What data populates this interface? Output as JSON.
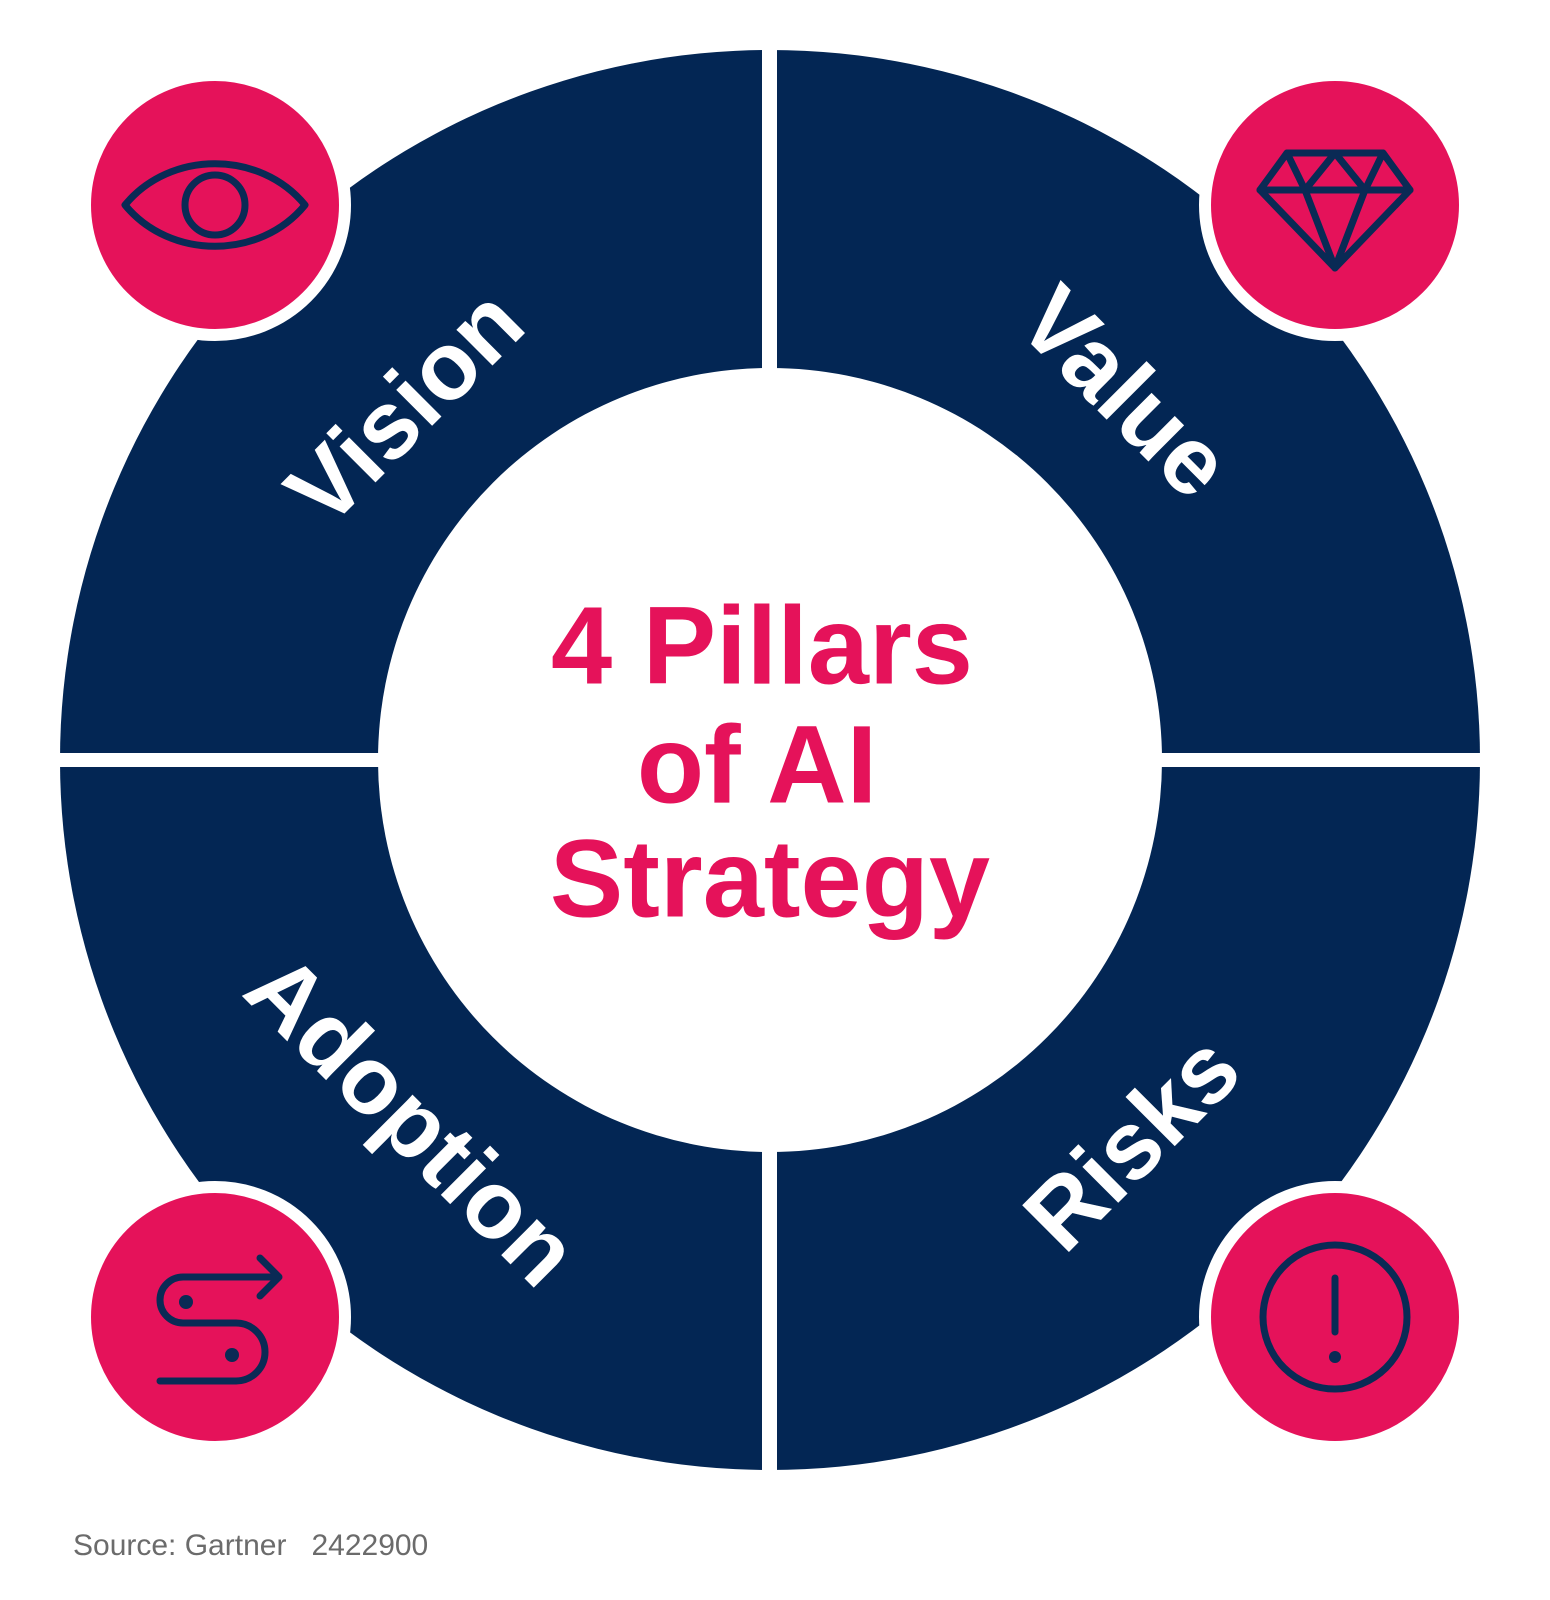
{
  "title_lines": [
    "4 Pillars",
    "of AI",
    "Strategy"
  ],
  "pillars": [
    {
      "id": "vision",
      "label": "Vision",
      "icon": "eye-icon"
    },
    {
      "id": "value",
      "label": "Value",
      "icon": "diamond-icon"
    },
    {
      "id": "adoption",
      "label": "Adoption",
      "icon": "winding-path-arrow-icon"
    },
    {
      "id": "risks",
      "label": "Risks",
      "icon": "exclamation-circle-icon"
    }
  ],
  "source": {
    "label": "Source: Gartner",
    "id": "2422900"
  },
  "colors": {
    "ring": "#032654",
    "accent": "#e5125a",
    "icon": "#0a2a55",
    "background": "#ffffff"
  }
}
